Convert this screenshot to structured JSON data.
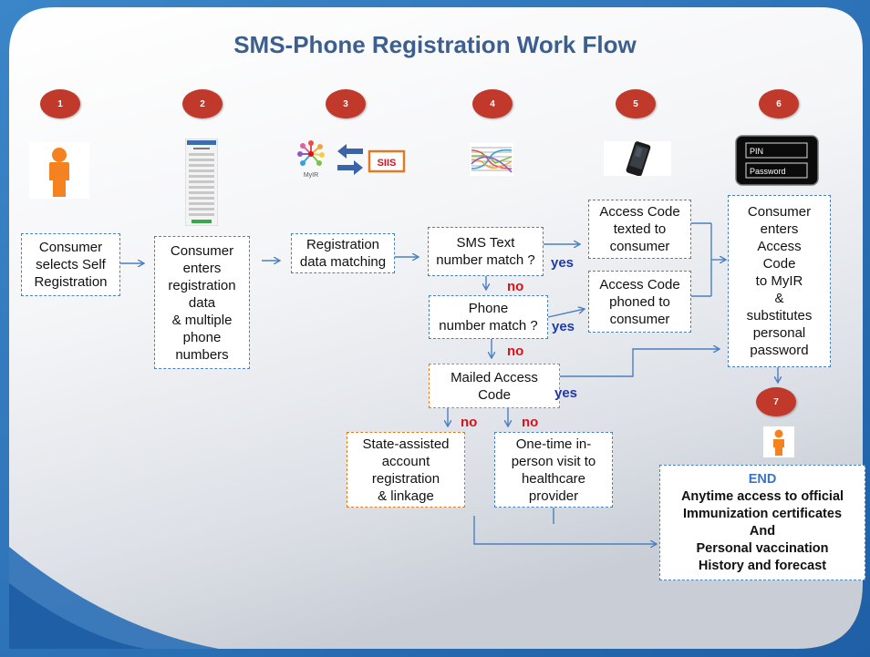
{
  "title": "SMS-Phone Registration Work Flow",
  "steps": [
    "1",
    "2",
    "3",
    "4",
    "5",
    "6",
    "7"
  ],
  "boxes": {
    "consumer_selects": [
      "Consumer",
      "selects Self",
      "Registration"
    ],
    "consumer_enters": [
      "Consumer",
      "enters",
      "registration",
      "data",
      "& multiple",
      "phone",
      "numbers"
    ],
    "registration_matching": [
      "Registration",
      "data matching"
    ],
    "sms_match": [
      "SMS Text",
      "number match ?"
    ],
    "phone_match": [
      "Phone",
      "number match ?"
    ],
    "mailed": [
      "Mailed Access",
      "Code"
    ],
    "state_assisted": [
      "State-assisted",
      "account",
      "registration",
      "& linkage"
    ],
    "one_time": [
      "One-time in-",
      "person visit to",
      "healthcare",
      "provider"
    ],
    "access_texted": [
      "Access Code",
      "texted to",
      "consumer"
    ],
    "access_phoned": [
      "Access Code",
      "phoned to",
      "consumer"
    ],
    "consumer_access": [
      "Consumer",
      "enters",
      "Access",
      "Code",
      "to MyIR",
      "&",
      "substitutes",
      "personal",
      "password"
    ]
  },
  "labels": {
    "yes": "yes",
    "no": "no"
  },
  "icons": {
    "siis": "SIIS",
    "myir": "MyIR",
    "pin": "PIN",
    "password": "Password"
  },
  "end": {
    "title": "END",
    "lines": [
      "Anytime access to official",
      "Immunization certificates",
      "And",
      "Personal vaccination",
      "History and forecast"
    ]
  },
  "colors": {
    "title": "#3c5f8f",
    "step_badge": "#c0392b",
    "arrow": "#4a7fc0",
    "yes": "#1f3aa8",
    "no": "#d8111b",
    "person": "#f58220"
  }
}
